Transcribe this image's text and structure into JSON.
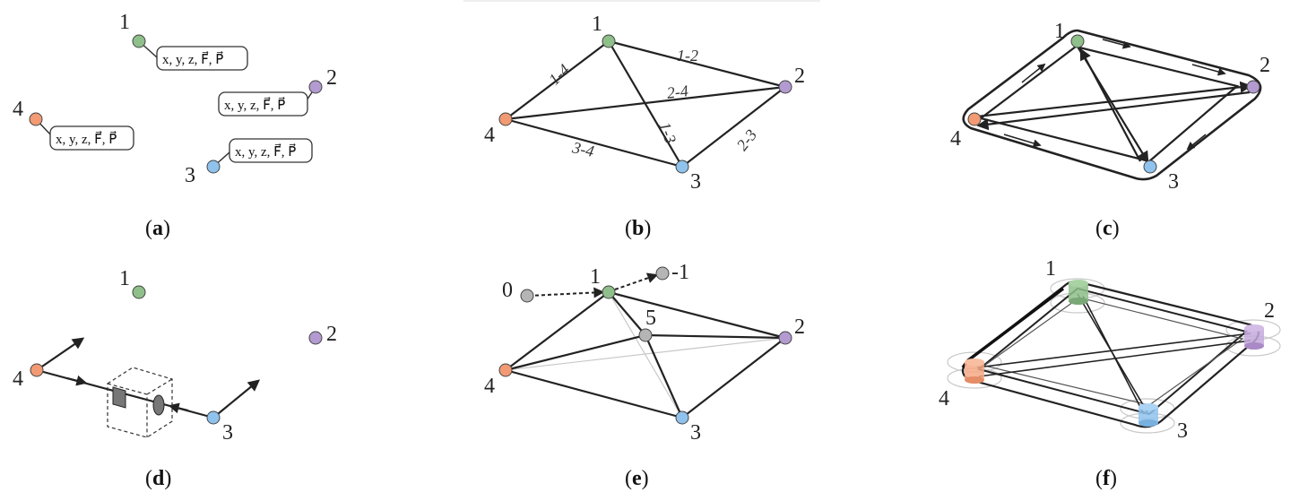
{
  "colors": {
    "node1": "#8fbf8a",
    "node2": "#b39ad0",
    "node3": "#8fc3ee",
    "node4": "#f29a73",
    "gray_node": "#b5b5b5",
    "line": "#222222"
  },
  "panels": [
    {
      "id": "a",
      "caption_letter": "a"
    },
    {
      "id": "b",
      "caption_letter": "b"
    },
    {
      "id": "c",
      "caption_letter": "c"
    },
    {
      "id": "d",
      "caption_letter": "d"
    },
    {
      "id": "e",
      "caption_letter": "e"
    },
    {
      "id": "f",
      "caption_letter": "f"
    }
  ],
  "node_labels": {
    "n1": "1",
    "n2": "2",
    "n3": "3",
    "n4": "4"
  },
  "panel_a": {
    "attr_label": "x, y, z, F⃗, P⃗"
  },
  "panel_b": {
    "edge_labels": {
      "e12": "1-2",
      "e14": "1-4",
      "e24": "2-4",
      "e23": "2-3",
      "e34": "3-4",
      "e13": "1-3"
    }
  },
  "panel_e": {
    "extra_labels": {
      "n0": "0",
      "nm1": "-1",
      "n5": "5"
    }
  }
}
